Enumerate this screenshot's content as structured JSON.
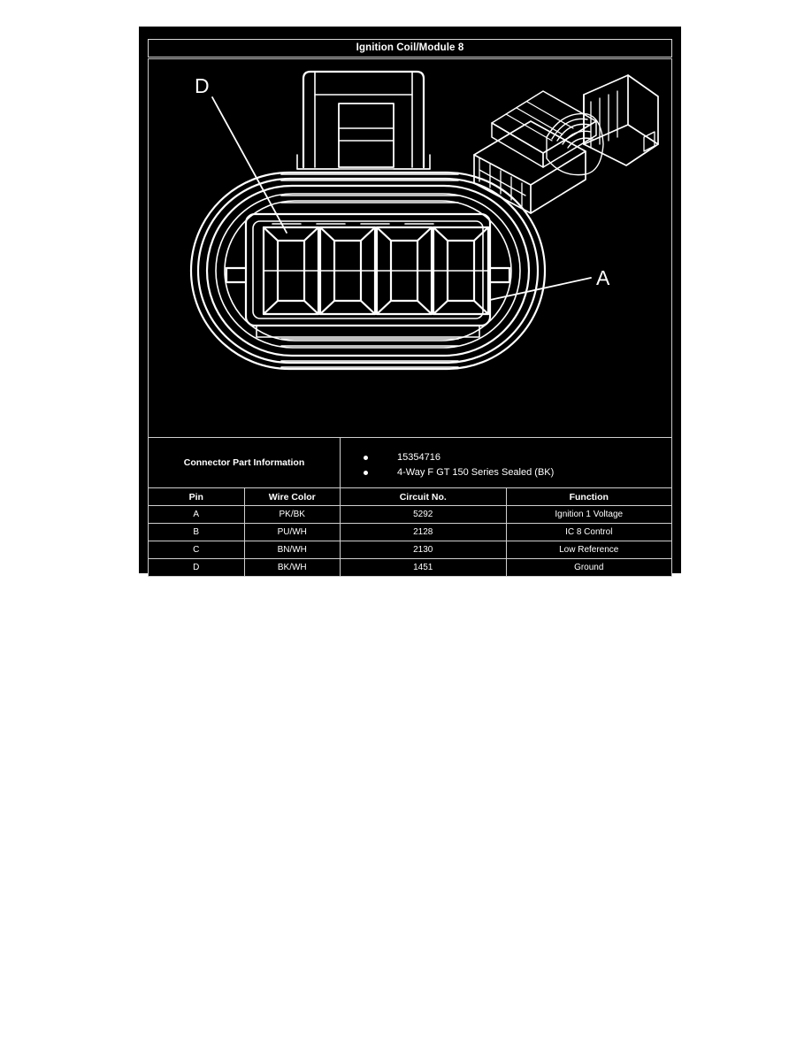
{
  "panel": {
    "title": "Ignition Coil/Module 8",
    "background_color": "#000000",
    "line_color": "#ffffff"
  },
  "diagram": {
    "callouts": [
      {
        "label": "D",
        "target": "pin-cavity-1",
        "position": "upper-left"
      },
      {
        "label": "A",
        "target": "pin-cavity-4",
        "position": "right"
      }
    ],
    "views": [
      {
        "name": "connector-face-view",
        "cavity_count": 4
      },
      {
        "name": "connector-isometric-view"
      }
    ]
  },
  "connector_part_information": {
    "label": "Connector Part Information",
    "items": [
      "15354716",
      "4-Way F GT 150 Series Sealed (BK)"
    ]
  },
  "pin_table": {
    "headers": [
      "Pin",
      "Wire Color",
      "Circuit No.",
      "Function"
    ],
    "rows": [
      {
        "pin": "A",
        "wire_color": "PK/BK",
        "circuit_no": "5292",
        "function": "Ignition 1 Voltage"
      },
      {
        "pin": "B",
        "wire_color": "PU/WH",
        "circuit_no": "2128",
        "function": "IC 8 Control"
      },
      {
        "pin": "C",
        "wire_color": "BN/WH",
        "circuit_no": "2130",
        "function": "Low Reference"
      },
      {
        "pin": "D",
        "wire_color": "BK/WH",
        "circuit_no": "1451",
        "function": "Ground"
      }
    ]
  }
}
